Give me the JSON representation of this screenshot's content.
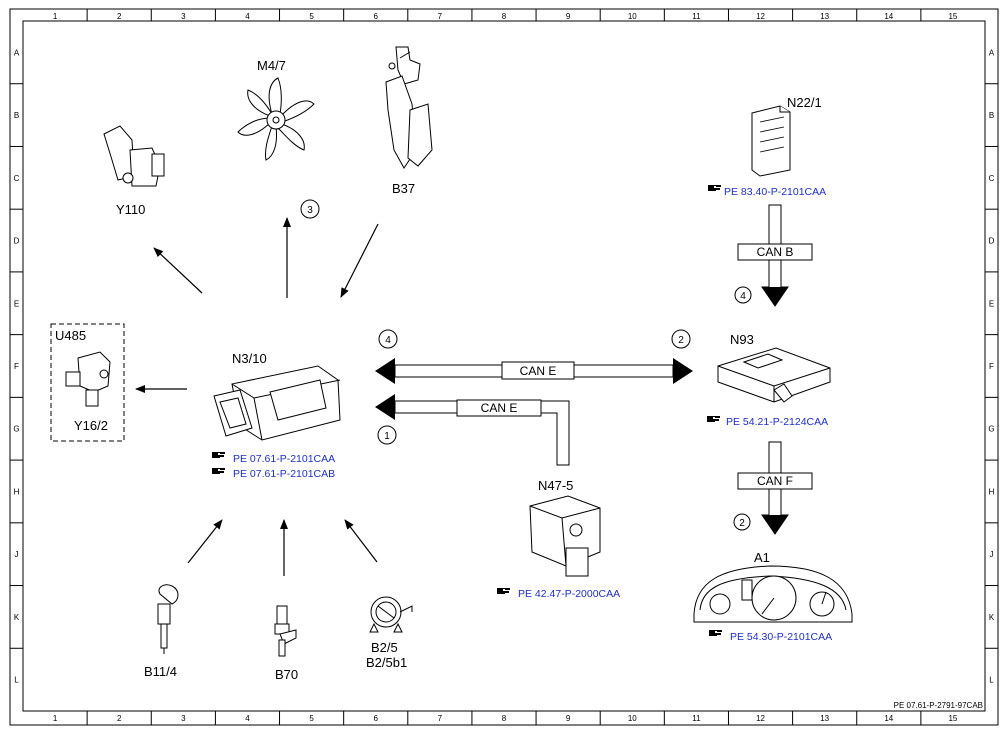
{
  "grid": {
    "columns": [
      "1",
      "2",
      "3",
      "4",
      "5",
      "6",
      "7",
      "8",
      "9",
      "10",
      "11",
      "12",
      "13",
      "14",
      "15"
    ],
    "rows": [
      "A",
      "B",
      "C",
      "D",
      "E",
      "F",
      "G",
      "H",
      "J",
      "K",
      "L"
    ]
  },
  "components": {
    "m47": "M4/7",
    "b37": "B37",
    "y110": "Y110",
    "n22_1": "N22/1",
    "u485": "U485",
    "y16_2": "Y16/2",
    "n3_10": "N3/10",
    "n93": "N93",
    "n47_5": "N47-5",
    "a1": "A1",
    "b11_4": "B11/4",
    "b70": "B70",
    "b2_5": "B2/5",
    "b2_5b1": "B2/5b1"
  },
  "references": {
    "n22_1": "PE 83.40-P-2101CAA",
    "n3_10_a": "PE 07.61-P-2101CAA",
    "n3_10_b": "PE 07.61-P-2101CAB",
    "n93": "PE 54.21-P-2124CAA",
    "n47_5": "PE 42.47-P-2000CAA",
    "a1": "PE 54.30-P-2101CAA"
  },
  "buses": {
    "can_b": "CAN B",
    "can_e_top": "CAN E",
    "can_e_bottom": "CAN E",
    "can_f": "CAN F"
  },
  "callouts": {
    "fan": "3",
    "can_b": "4",
    "can_e_left": "4",
    "can_e_right": "2",
    "can_e_n47": "1",
    "can_f": "2"
  },
  "footer": {
    "code": "PE 07.61-P-2791-97CAB"
  },
  "colors": {
    "link": "#1f2fc4",
    "line": "#000000"
  },
  "icons": {
    "reference": "pointing-hand-icon"
  }
}
